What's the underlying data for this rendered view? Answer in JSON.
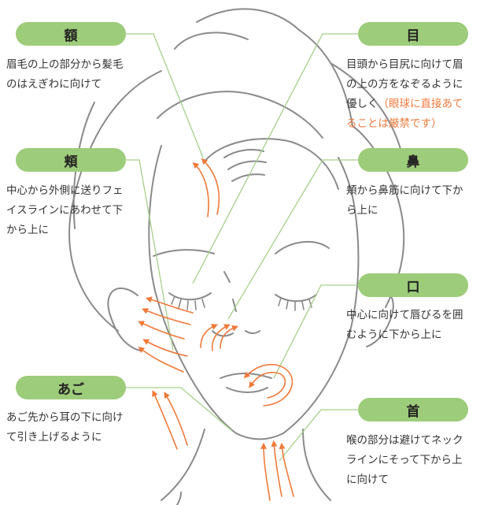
{
  "colors": {
    "pill": "#9dcc7a",
    "leader": "#a6d08a",
    "outline": "#8a8a8a",
    "arrow": "#ef7a3a",
    "warning_text": "#ee7a3c"
  },
  "regions": {
    "forehead": {
      "label": "額",
      "lines": [
        "眉毛の上の部分から髪毛",
        "のはえぎわに向けて"
      ]
    },
    "cheek": {
      "label": "頬",
      "lines": [
        "中心から外側に送りフェ",
        "イスラインにあわせて下",
        "から上に"
      ]
    },
    "chin": {
      "label": "あご",
      "lines": [
        "あご先から耳の下に向け",
        "て引き上げるように"
      ]
    },
    "eye": {
      "label": "目",
      "lines": [
        "目頭から目尻に向けて眉",
        "の上の方をなぞるように"
      ],
      "line3_prefix": "優しく",
      "warning_a": "（眼球に直接あて",
      "warning_b": "ることは厳禁です）"
    },
    "nose": {
      "label": "鼻",
      "lines": [
        "頬から鼻筋に向けて下か",
        "ら上に"
      ]
    },
    "mouth": {
      "label": "口",
      "lines": [
        "中心に向けて唇びるを囲",
        "むように下から上に"
      ]
    },
    "neck": {
      "label": "首",
      "lines": [
        "喉の部分は避けてネック",
        "ラインにそって下から上",
        "に向けて"
      ]
    }
  }
}
